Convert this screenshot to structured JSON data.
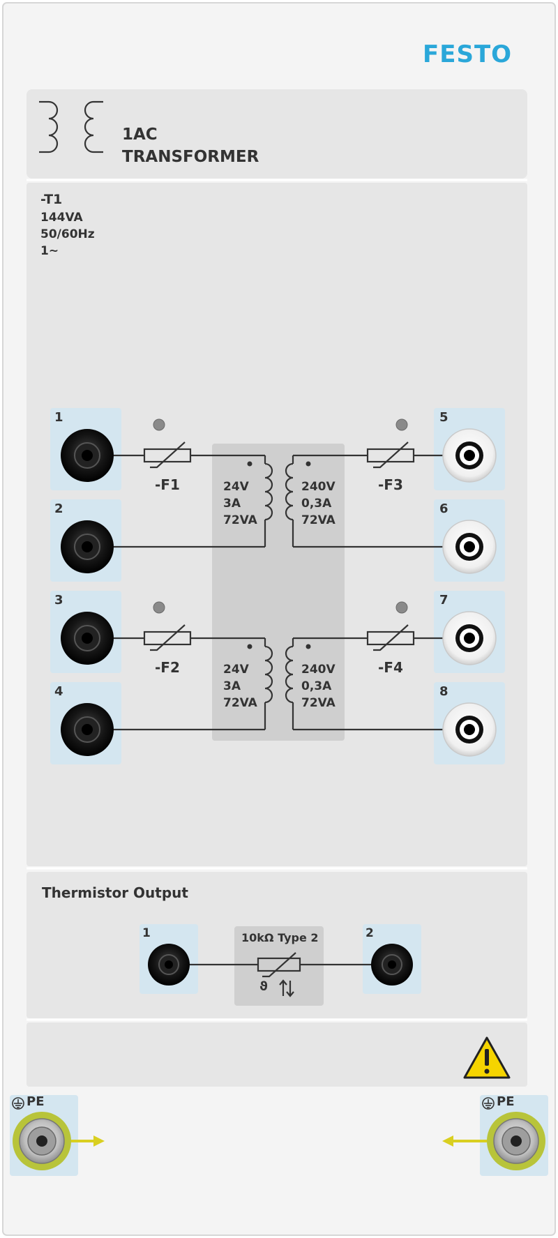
{
  "brand": {
    "logo": "FESTO",
    "color": "#2aa7d9"
  },
  "header": {
    "title_line1": "1AC",
    "title_line2": "TRANSFORMER",
    "symbol": "transformer-symbol-icon"
  },
  "device": {
    "tag": "-T1",
    "power": "144VA",
    "frequency": "50/60Hz",
    "phase": "1~"
  },
  "sockets_primary": [
    {
      "label": "1",
      "color": "black"
    },
    {
      "label": "2",
      "color": "black"
    },
    {
      "label": "3",
      "color": "black"
    },
    {
      "label": "4",
      "color": "black"
    }
  ],
  "sockets_secondary": [
    {
      "label": "5",
      "color": "white"
    },
    {
      "label": "6",
      "color": "white"
    },
    {
      "label": "7",
      "color": "white"
    },
    {
      "label": "8",
      "color": "white"
    }
  ],
  "fuses": {
    "f1": "-F1",
    "f2": "-F2",
    "f3": "-F3",
    "f4": "-F4"
  },
  "windings": {
    "primary_upper": {
      "voltage": "24V",
      "current": "3A",
      "power": "72VA"
    },
    "secondary_upper": {
      "voltage": "240V",
      "current": "0,3A",
      "power": "72VA"
    },
    "primary_lower": {
      "voltage": "24V",
      "current": "3A",
      "power": "72VA"
    },
    "secondary_lower": {
      "voltage": "240V",
      "current": "0,3A",
      "power": "72VA"
    }
  },
  "thermistor": {
    "title": "Thermistor Output",
    "socket1": "1",
    "socket2": "2",
    "spec": "10kΩ Type 2",
    "symbol": "ϑ"
  },
  "ground": {
    "left_label": "PE",
    "right_label": "PE",
    "icon": "ground-icon"
  },
  "warning": {
    "icon": "warning-triangle-icon",
    "color": "#f5d400"
  },
  "colors": {
    "panel": "#f4f4f4",
    "section": "#e6e6e6",
    "core": "#cfcfcf",
    "socket_bg": "#d4e6f0",
    "pe_ring": "#b8c43a"
  }
}
